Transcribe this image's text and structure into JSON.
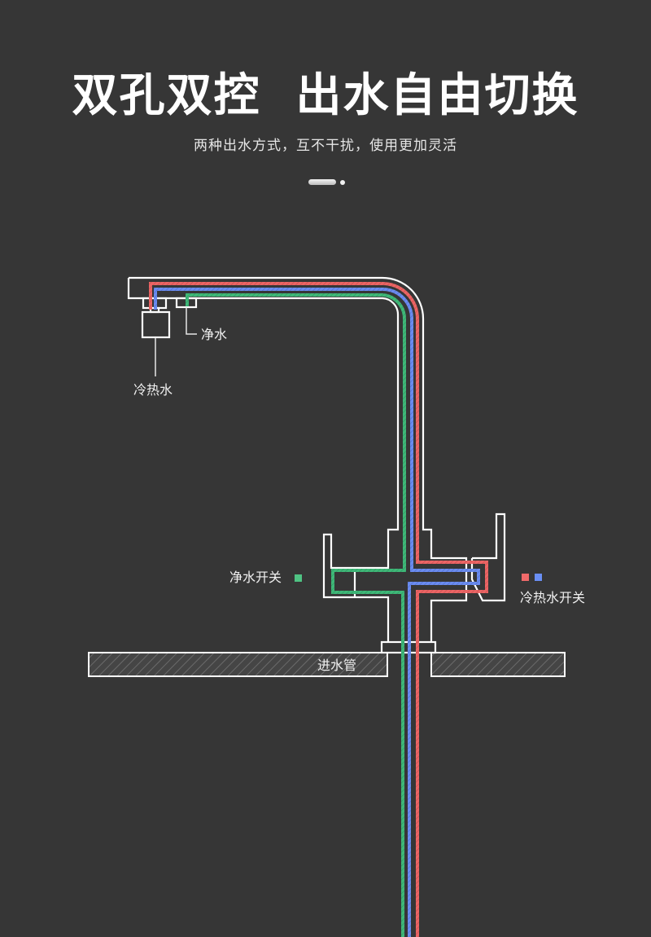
{
  "header": {
    "title": "双孔双控  出水自由切换",
    "subtitle": "两种出水方式，互不干扰，使用更加灵活"
  },
  "diagram": {
    "labels": {
      "pure_water_outlet": "净水",
      "hot_cold_outlet": "冷热水",
      "pure_water_switch": "净水开关",
      "hot_cold_switch": "冷热水开关",
      "inlet_pipe": "进水管"
    },
    "legend": {
      "pure_water_color": "#4fc383",
      "hot_color": "#f06a6a",
      "cold_color": "#6a8ff5"
    },
    "colors": {
      "background": "#363636",
      "outline": "#ffffff",
      "hot": "#ec6565",
      "cold": "#6b8cf0",
      "pure": "#3fb878",
      "hatch_fill": "#4a4a4a"
    }
  }
}
